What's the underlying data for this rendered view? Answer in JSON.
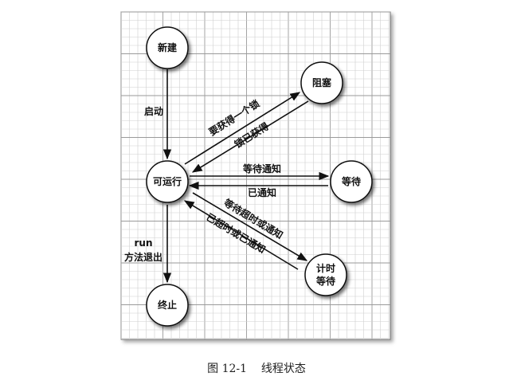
{
  "nodes": {
    "new": {
      "lines": [
        "新建"
      ]
    },
    "blocked": {
      "lines": [
        "阻塞"
      ]
    },
    "runnable": {
      "lines": [
        "可运行"
      ]
    },
    "waiting": {
      "lines": [
        "等待"
      ]
    },
    "timed_waiting": {
      "lines": [
        "计时",
        "等待"
      ]
    },
    "terminated": {
      "lines": [
        "终止"
      ]
    }
  },
  "edges": {
    "start": [
      "启动"
    ],
    "acquire_lock": [
      "要获得一个锁"
    ],
    "got_lock": [
      "锁已获得"
    ],
    "wait_notify": [
      "等待通知"
    ],
    "notified": [
      "已通知"
    ],
    "wait_timeout": [
      "等待超时或通知"
    ],
    "timed_out": [
      "已超时或已通知"
    ],
    "run_exit": [
      "run",
      "方法退出"
    ]
  },
  "caption": "图 12-1    线程状态",
  "colors": {
    "grid_background": "#ffffff",
    "grid_line": "#cfcfcf",
    "grid_major_line": "#9a9a9a",
    "stroke": "#111111"
  }
}
